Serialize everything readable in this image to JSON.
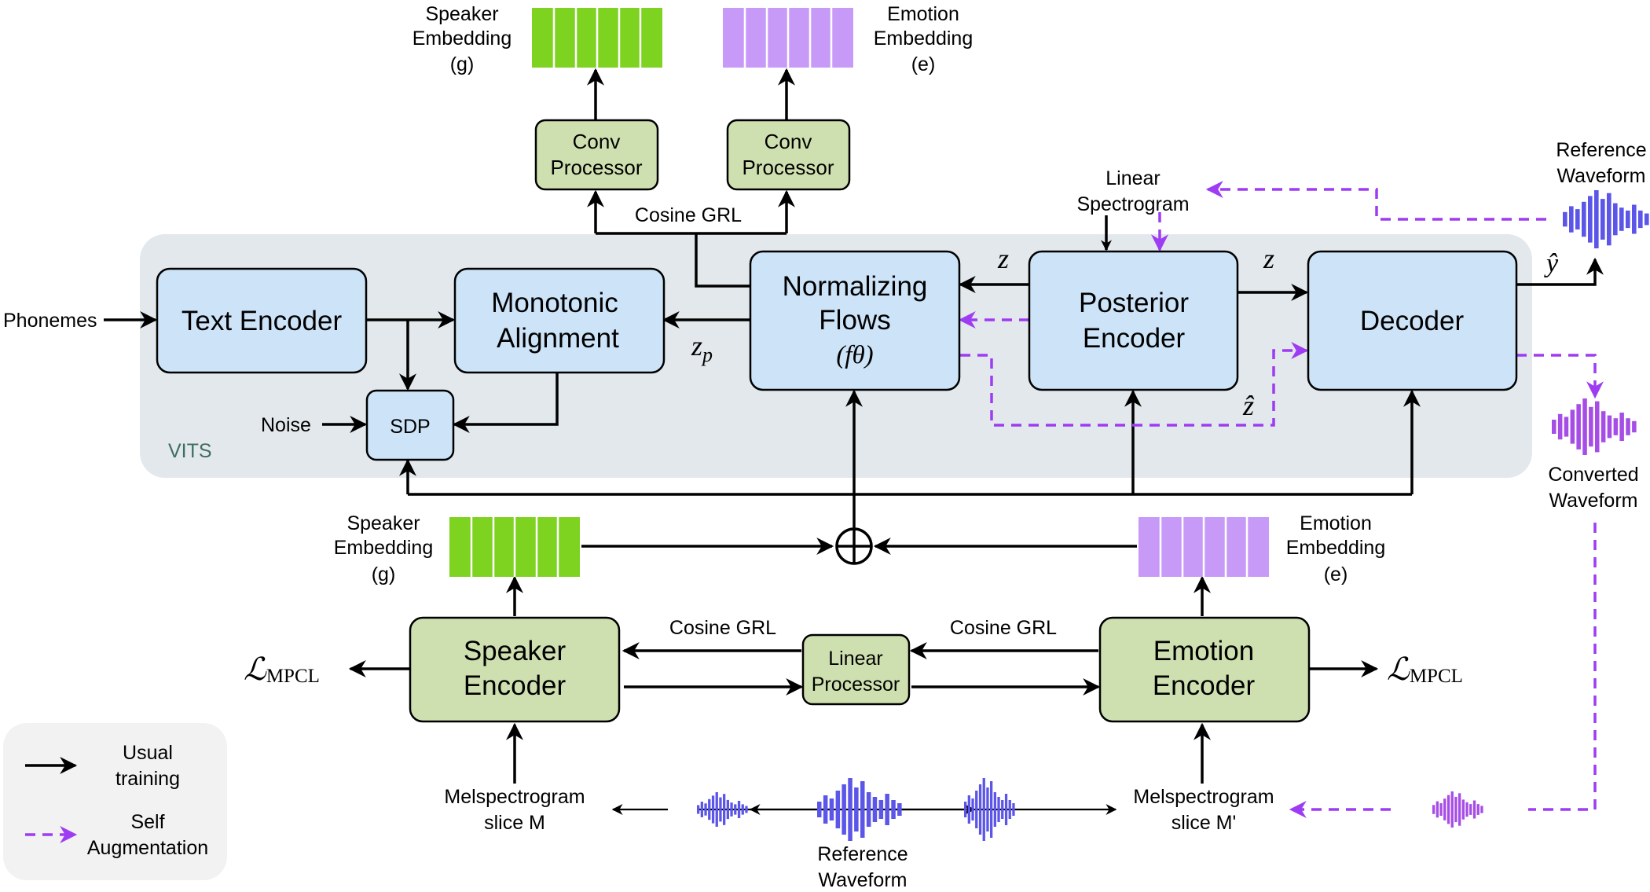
{
  "colors": {
    "blue_block": "#cce3f8",
    "green_block": "#cfe0b0",
    "vits_bg": "#e3e8ec",
    "speaker_embedding": "#7ed321",
    "emotion_embedding": "#c89af7",
    "waveform_blue": "#5b55e8",
    "waveform_purple": "#a64de6",
    "self_augmentation": "#9d3cf2",
    "legend_bg": "#f2f2f2"
  },
  "vits_label": "VITS",
  "inputs": {
    "phonemes": "Phonemes",
    "noise": "Noise",
    "linear_spectrogram": [
      "Linear",
      "Spectrogram"
    ]
  },
  "blocks": {
    "text_encoder": [
      "Text Encoder"
    ],
    "monotonic_alignment": [
      "Monotonic",
      "Alignment"
    ],
    "sdp": [
      "SDP"
    ],
    "normalizing_flows": [
      "Normalizing",
      "Flows"
    ],
    "posterior_encoder": [
      "Posterior",
      "Encoder"
    ],
    "decoder": [
      "Decoder"
    ],
    "conv_processor": [
      "Conv",
      "Processor"
    ],
    "speaker_encoder": [
      "Speaker",
      "Encoder"
    ],
    "emotion_encoder": [
      "Emotion",
      "Encoder"
    ],
    "linear_processor": [
      "Linear",
      "Processor"
    ]
  },
  "math": {
    "f_theta": "(fθ)",
    "z": "z",
    "z_p": "z",
    "z_p_sub": "p",
    "z_hat": "ẑ",
    "y_hat": "ŷ",
    "loss": "ℒ",
    "loss_sub": "MPCL"
  },
  "labels": {
    "cosine_grl": "Cosine GRL",
    "speaker_embedding": [
      "Speaker",
      "Embedding",
      "(g)"
    ],
    "emotion_embedding": [
      "Emotion",
      "Embedding",
      "(e)"
    ],
    "reference_waveform": [
      "Reference",
      "Waveform"
    ],
    "converted_waveform": [
      "Converted",
      "Waveform"
    ],
    "melspectrogram_m": [
      "Melspectrogram",
      "slice M"
    ],
    "melspectrogram_m_prime": [
      "Melspectrogram",
      "slice M'"
    ]
  },
  "legend": {
    "usual_training": [
      "Usual",
      "training"
    ],
    "self_augmentation": [
      "Self",
      "Augmentation"
    ]
  }
}
